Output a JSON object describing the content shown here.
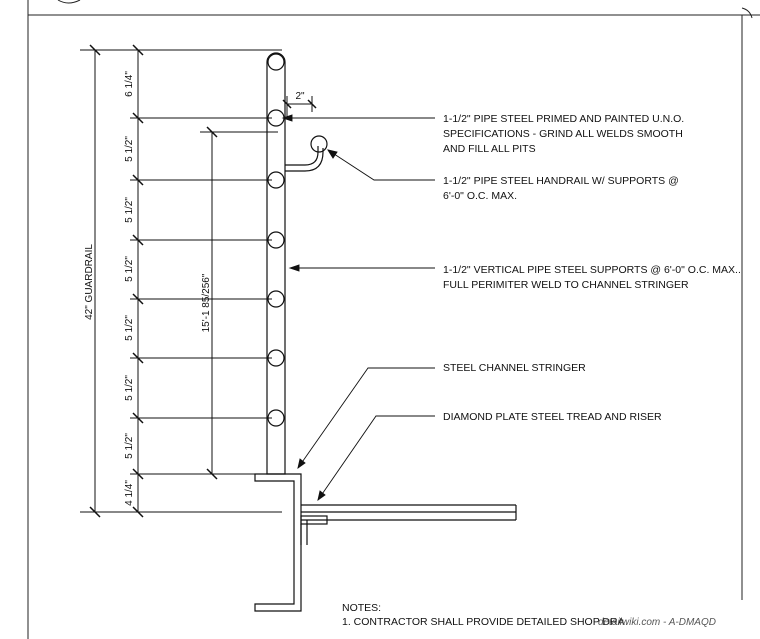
{
  "dimensions": {
    "overall": "42\" GUARDRAIL",
    "rail_to_tread": "15'-1 85/256\"",
    "offset": "2\"",
    "segments": [
      "6 1/4\"",
      "5 1/2\"",
      "5 1/2\"",
      "5 1/2\"",
      "5 1/2\"",
      "5 1/2\"",
      "5 1/2\"",
      "4 1/4\""
    ]
  },
  "callouts": {
    "pipe_steel": [
      "1-1/2\" PIPE STEEL PRIMED AND PAINTED U.N.O.",
      "SPECIFICATIONS - GRIND ALL WELDS SMOOTH",
      "AND FILL ALL PITS"
    ],
    "handrail": [
      "1-1/2\" PIPE STEEL HANDRAIL W/ SUPPORTS @",
      "6'-0\" O.C. MAX."
    ],
    "vertical": [
      "1-1/2\" VERTICAL PIPE STEEL SUPPORTS @ 6'-0\" O.C. MAX..",
      "FULL PERIMITER WELD TO CHANNEL STRINGER"
    ],
    "stringer": "STEEL CHANNEL STRINGER",
    "tread": "DIAMOND PLATE STEEL TREAD AND RISER"
  },
  "notes": {
    "heading": "NOTES:",
    "item1": "1. CONTRACTOR SHALL PROVIDE DETAILED SHOP DRA"
  },
  "watermark": "detailwiki.com - A-DMAQD"
}
